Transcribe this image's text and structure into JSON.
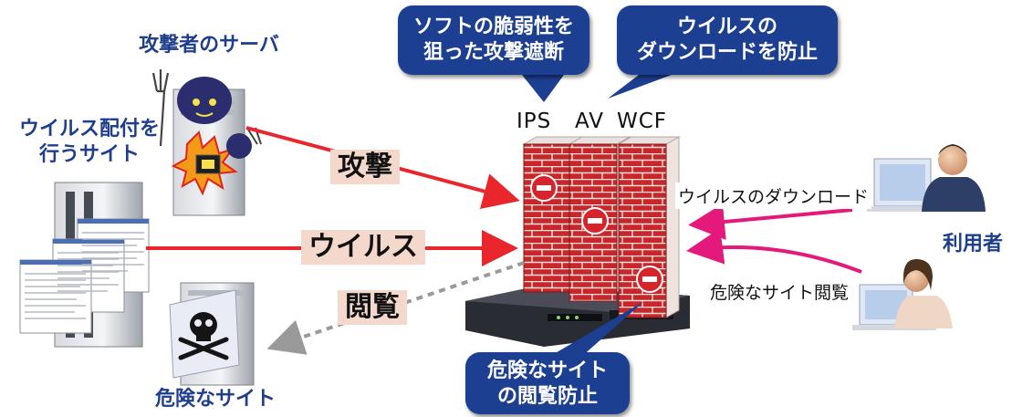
{
  "bubbles": {
    "ips": [
      "ソフトの脆弱性を",
      "狙った攻撃遮断"
    ],
    "av": [
      "ウイルスの",
      "ダウンロードを防止"
    ],
    "wcf": [
      "危険なサイト",
      "の閲覧防止"
    ]
  },
  "firewall_labels": {
    "ips": "IPS",
    "av": "AV",
    "wcf": "WCF"
  },
  "nodes": {
    "attacker": "攻撃者のサーバ",
    "virus_site": [
      "ウイルス配付を",
      "行うサイト"
    ],
    "danger_site": "危険なサイト",
    "users": "利用者"
  },
  "arrows": {
    "attack": "攻撃",
    "virus": "ウイルス",
    "browse": "閲覧",
    "download": "ウイルスのダウンロード",
    "danger_browse": "危険なサイト閲覧"
  },
  "colors": {
    "bubble": "#1d3f91",
    "node_label": "#1f3f8c",
    "attack_arrow": "#e8262c",
    "user_arrow": "#e3197c",
    "browse_arrow": "#9a9a9a",
    "tag_bg": "#f4d8cc"
  },
  "icons": [
    "devil-server-icon",
    "skull-icon",
    "block-sign-icon",
    "user-icon",
    "web-page-icon"
  ]
}
